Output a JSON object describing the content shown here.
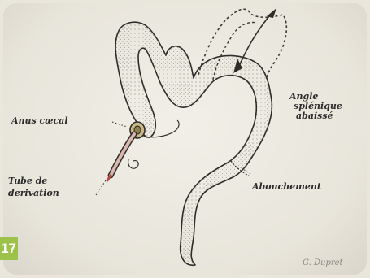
{
  "labels": {
    "anus_caecal": "Anus cæcal",
    "tube_line1": "Tube de",
    "tube_line2": "derivation",
    "angle_line1": "Angle",
    "angle_line2": "splénique",
    "angle_line3": "abaissé",
    "abouchement": "Abouchement"
  },
  "signature": "G. Dupret",
  "badge": "17"
}
